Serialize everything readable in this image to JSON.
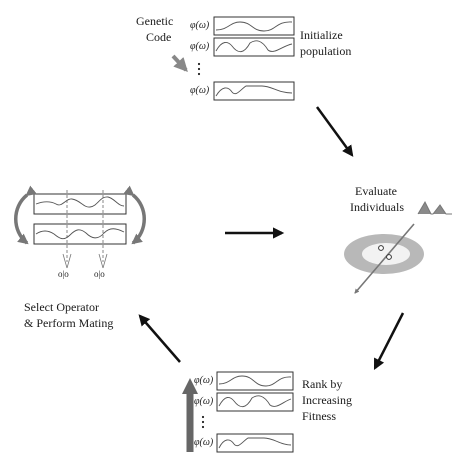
{
  "labels": {
    "genetic_code": [
      "Genetic",
      "Code"
    ],
    "initialize": [
      "Initialize",
      "population"
    ],
    "evaluate": [
      "Evaluate",
      "Individuals"
    ],
    "rank": [
      "Rank by",
      "Increasing",
      "Fitness"
    ],
    "select": [
      "Select Operator",
      "& Perform Mating"
    ]
  },
  "gene_symbol": "φ(ω)",
  "mating_marker": "o|o",
  "colors": {
    "ink": "#1a1a1a",
    "gray_arrow": "#777777",
    "ellipse_outer": "#b8b8b8",
    "ellipse_inner": "#f2f2f2"
  }
}
